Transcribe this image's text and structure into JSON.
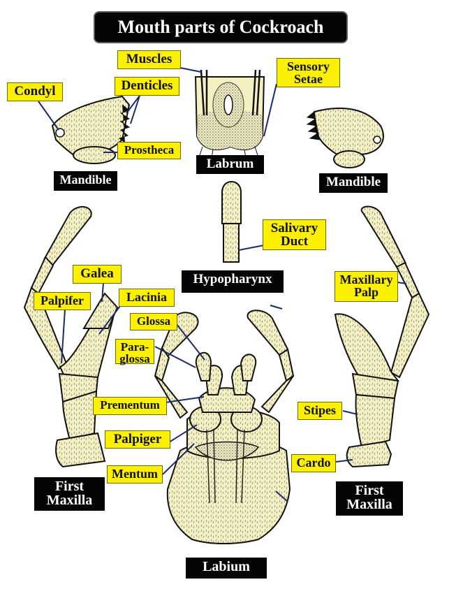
{
  "title": "Mouth parts of Cockroach",
  "colors": {
    "part_fill": "#f5f0c2",
    "outline": "#111111",
    "label_bg": "#fbf002",
    "tag_bg": "#050505",
    "leader": "#1c2a6b"
  },
  "labels": {
    "muscles": "Muscles",
    "sensory_setae": "Sensory\nSetae",
    "condyl": "Condyl",
    "denticles": "Denticles",
    "prostheca": "Prostheca",
    "salivary_duct": "Salivary\nDuct",
    "galea": "Galea",
    "palpifer": "Palpifer",
    "lacinia": "Lacinia",
    "glossa": "Glossa",
    "paraglossa": "Para-\nglossa",
    "prementum": "Prementum",
    "palpiger": "Palpiger",
    "mentum": "Mentum",
    "maxillary_palp": "Maxillary\nPalp",
    "stipes": "Stipes",
    "cardo": "Cardo"
  },
  "parts": {
    "mandible_left": "Mandible",
    "labrum": "Labrum",
    "mandible_right": "Mandible",
    "hypopharynx": "Hypopharynx",
    "first_maxilla_left": "First\nMaxilla",
    "first_maxilla_right": "First\nMaxilla",
    "labium": "Labium"
  }
}
